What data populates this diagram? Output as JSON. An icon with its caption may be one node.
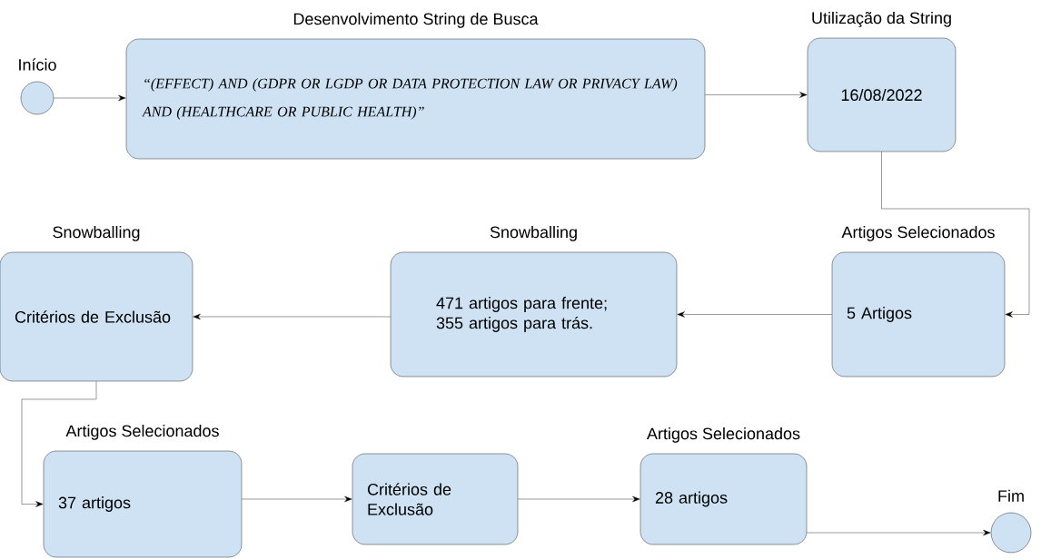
{
  "diagram": {
    "nodes": [
      {
        "text": [],
        "shape": "circle",
        "beside": [
          "Início"
        ]
      },
      {
        "text": [
          "Desenvolvimento String de Busca",
          "“(EFFECT) AND (GDPR OR LGDP OR DATA PROTECTION LAW OR PRIVACY LAW) AND (HEALTHCARE OR PUBLIC HEALTH)”"
        ]
      },
      {
        "text": [
          "Utilização da String",
          "16/08/2022"
        ]
      },
      {
        "text": [
          "Artigos Selecionados",
          "5 Artigos"
        ]
      },
      {
        "text": [
          "Snowballing",
          "471 artigos para frente; 355 artigos para trás."
        ]
      },
      {
        "text": [
          "Snowballing",
          "Critérios de Exclusão"
        ]
      },
      {
        "text": [
          "Artigos Selecionados",
          "37 artigos"
        ]
      },
      {
        "text": [
          "Critérios de Exclusão"
        ]
      },
      {
        "text": [
          "Artigos Selecionados",
          "28 artigos"
        ]
      },
      {
        "text": [],
        "shape": "circle",
        "beside": [
          "Fim"
        ]
      }
    ],
    "edges": [
      {
        "from": 0,
        "to": 1,
        "arrow": "to"
      },
      {
        "from": 1,
        "to": 2,
        "arrow": "to"
      },
      {
        "from": 2,
        "to": 3,
        "arrow": "to"
      },
      {
        "from": 3,
        "to": 4,
        "arrow": "to"
      },
      {
        "from": 4,
        "to": 5,
        "arrow": "to"
      },
      {
        "from": 5,
        "to": 6,
        "arrow": "to"
      },
      {
        "from": 6,
        "to": 7,
        "arrow": "to"
      },
      {
        "from": 7,
        "to": 8,
        "arrow": "to"
      },
      {
        "from": 8,
        "to": 9,
        "arrow": "to"
      }
    ]
  }
}
